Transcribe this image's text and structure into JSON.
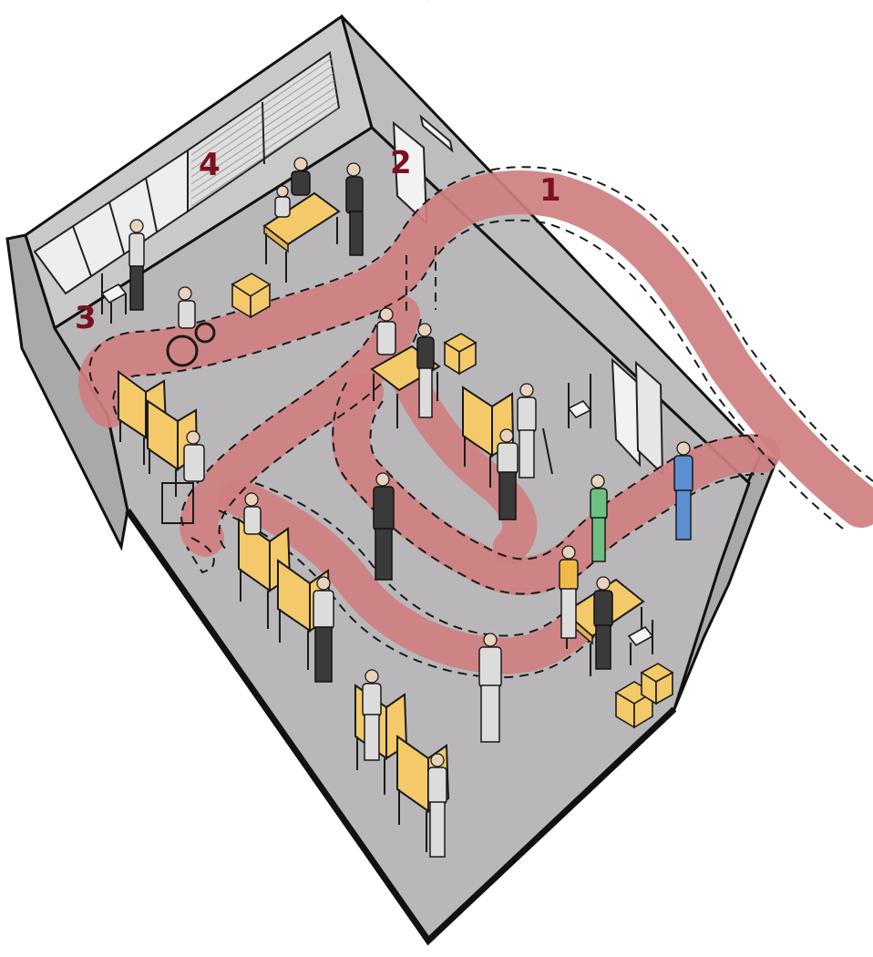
{
  "illustration": {
    "colors": {
      "floor": "#b9b7b9",
      "wall_inner": "#c9c9c9",
      "wall_cut": "#a9a9a9",
      "path": "#cf7f80",
      "booth": "#f3c96a",
      "label": "#7a1020",
      "window": "#eeeeee"
    },
    "labels": [
      {
        "id": "1",
        "text": "1"
      },
      {
        "id": "2",
        "text": "2"
      },
      {
        "id": "3",
        "text": "3"
      },
      {
        "id": "4",
        "text": "4"
      }
    ]
  }
}
